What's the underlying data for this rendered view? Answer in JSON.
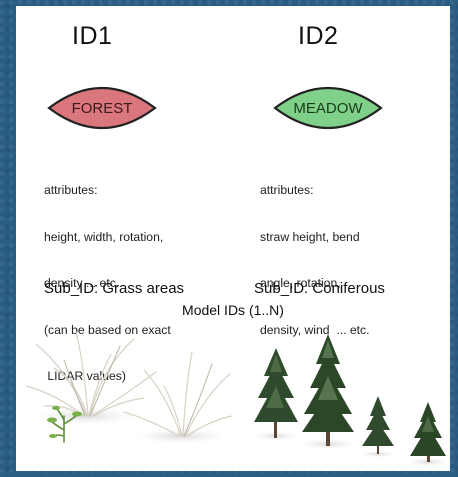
{
  "id1": {
    "title": "ID1",
    "badge": "FOREST",
    "badge_fill": "#d9777c",
    "attributes": [
      "attributes:",
      "height, width, rotation,",
      "density ... etc.",
      "(can be based on exact",
      " LIDAR values)"
    ],
    "sub_id": "Sub_ID: Grass areas"
  },
  "id2": {
    "title": "ID2",
    "badge": "MEADOW",
    "badge_fill": "#7fd18a",
    "attributes": [
      "attributes:",
      "straw height, bend",
      "angle, rotation,",
      "density, wind  ... etc."
    ],
    "sub_id": "Sub_ID: Coniferous"
  },
  "models": "Model IDs (1..N)",
  "icons": {
    "grass": "grass-clump-image",
    "trees": "conifer-tree-image"
  }
}
